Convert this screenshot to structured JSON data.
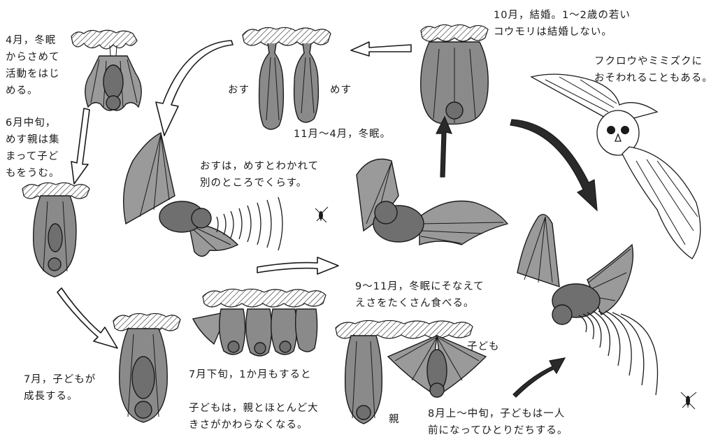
{
  "labels": {
    "april": "4月，冬眠\nからさめて\n活動をはじ\nめる。",
    "june": "6月中旬，\nめす親は集\nまって子ど\nもをうむ。",
    "male": "おす",
    "female": "めす",
    "hibernation": "11月～4月，冬眠。",
    "october": "10月，結婚。1～2歳の若い\nコウモリは結婚しない。",
    "owl_note": "フクロウやミミズクに\nおそわれることもある。",
    "separate": "おすは，めすとわかれて\n別のところでくらす。",
    "sept_nov": "9～11月，冬眠にそなえて\nえさをたくさん食べる。",
    "july": "7月，子どもが\n成長する。",
    "late_july": "7月下旬，1か月もすると\n\n子どもは，親とほとんど大\nきさがかわらなくなる。",
    "child": "子ども",
    "parent": "親",
    "august": "8月上～中旬，子どもは一人\n前になってひとりだちする。"
  }
}
